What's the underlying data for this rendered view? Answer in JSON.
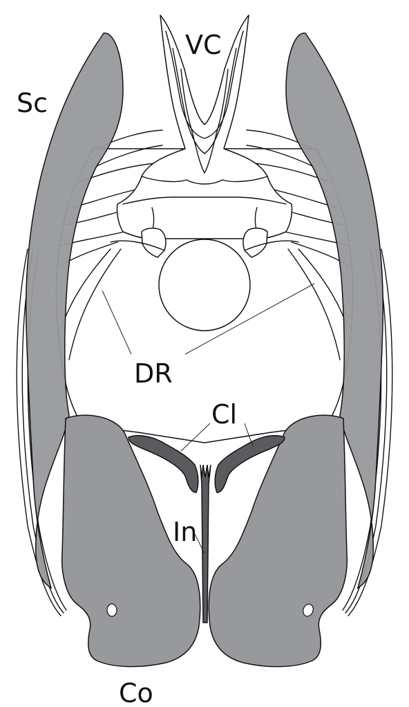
{
  "labels": {
    "vc": "VC",
    "sc": "Sc",
    "dr": "DR",
    "cl": "Cl",
    "in": "In",
    "co": "Co"
  },
  "colors": {
    "scapula": "#98999c",
    "coracoid": "#98999c",
    "clavicle": "#5a5b5e",
    "interclavicle": "#5a5b5e",
    "outline": "#111111",
    "background": "#ffffff"
  }
}
